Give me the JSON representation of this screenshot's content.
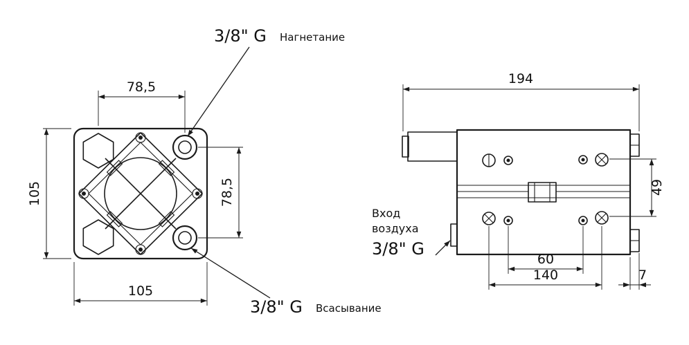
{
  "drawing": {
    "front_view": {
      "dims": {
        "top_width": "78,5",
        "left_height": "105",
        "right_height": "78,5",
        "bottom_width": "105"
      },
      "ports": {
        "discharge_size": "3/8\" G",
        "discharge_label": "Нагнетание",
        "suction_size": "3/8\" G",
        "suction_label": "Всасывание"
      }
    },
    "side_view": {
      "dims": {
        "overall_width": "194",
        "height": "49",
        "bolt_spacing_inner": "60",
        "bolt_spacing_outer": "140",
        "edge_offset": "7"
      },
      "air_inlet": {
        "line1": "Вход",
        "line2": "воздуха",
        "size": "3/8\" G"
      }
    },
    "colors": {
      "line": "#1b1b1b",
      "motor_fill": "#b4b0a3",
      "motor_cap_fill": "#8e8b7f",
      "background": "#ffffff"
    }
  }
}
